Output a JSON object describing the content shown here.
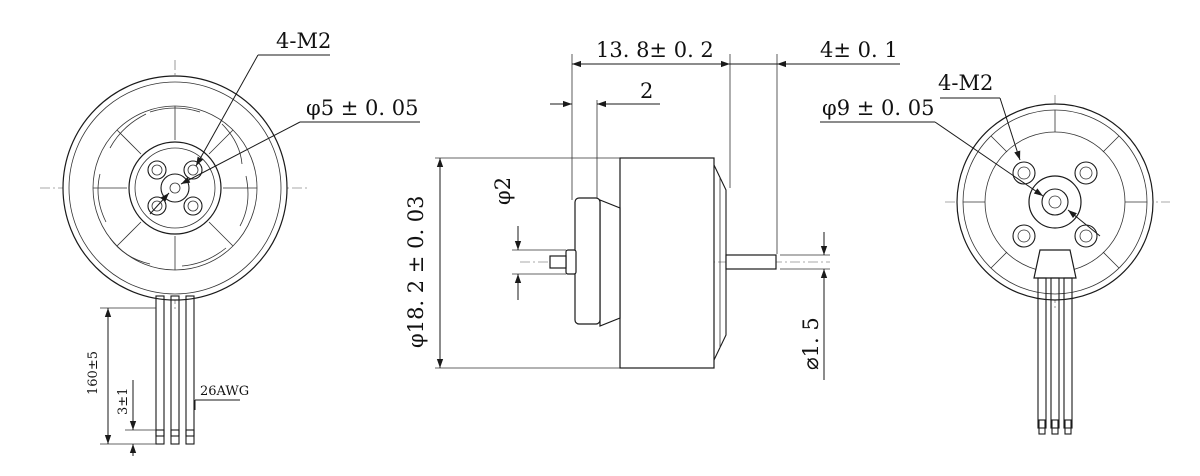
{
  "front_view": {
    "thread_label": "4-M2",
    "shaft_label": "φ5 ± 0. 05",
    "lead_length_label": "160±5",
    "strip_length_label": "3±1",
    "wire_gauge_label": "26AWG"
  },
  "side_view": {
    "length_label": "13. 8± 0. 2",
    "shaft_ext_label": "4± 0. 1",
    "flange_label": "2",
    "small_dia_label": "φ2",
    "diameter_label": "φ18. 2 ± 0. 03",
    "shaft_dia_label": "⌀1. 5"
  },
  "rear_view": {
    "thread_label": "4-M2",
    "boss_label": "φ9 ± 0. 05"
  },
  "colors": {
    "line": "#1a1a1a",
    "background": "#ffffff"
  }
}
